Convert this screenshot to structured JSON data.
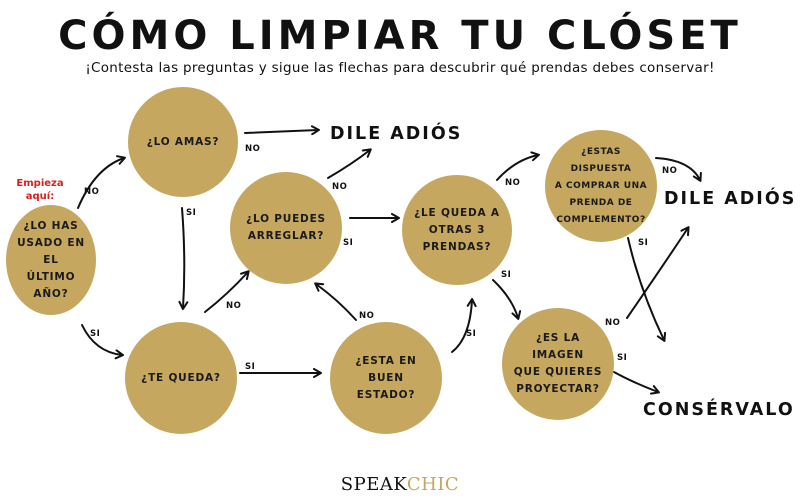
{
  "title": "CÓMO LIMPIAR TU CLÓSET",
  "subtitle": "¡Contesta las preguntas y sigue las flechas para descubrir qué prendas debes conservar!",
  "start_label": "Empieza aquí:",
  "colors": {
    "node_fill": "#c5a760",
    "start_red": "#d91e1e",
    "text": "#111111"
  },
  "nodes": {
    "q1": [
      "¿LO HAS",
      "USADO EN EL",
      "ÚLTIMO AÑO?"
    ],
    "q2": [
      "¿LO AMAS?"
    ],
    "q3": [
      "¿TE QUEDA?"
    ],
    "q4": [
      "¿LO PUEDES",
      "ARREGLAR?"
    ],
    "q5": [
      "¿ESTA EN BUEN",
      "ESTADO?"
    ],
    "q6": [
      "¿LE QUEDA A",
      "OTRAS 3",
      "PRENDAS?"
    ],
    "q7": [
      "¿ESTAS DISPUESTA",
      "A COMPRAR UNA",
      "PRENDA DE",
      "COMPLEMENTO?"
    ],
    "q8": [
      "¿ES LA IMAGEN",
      "QUE QUIERES",
      "PROYECTAR?"
    ]
  },
  "outcomes": {
    "goodbye_1": "DILE ADIÓS",
    "goodbye_2": "DILE ADIÓS",
    "keep": "CONSÉRVALO"
  },
  "labels": {
    "no": "NO",
    "si": "SI"
  },
  "logo": {
    "part1": "SPEAK",
    "part2": "CHIC"
  }
}
